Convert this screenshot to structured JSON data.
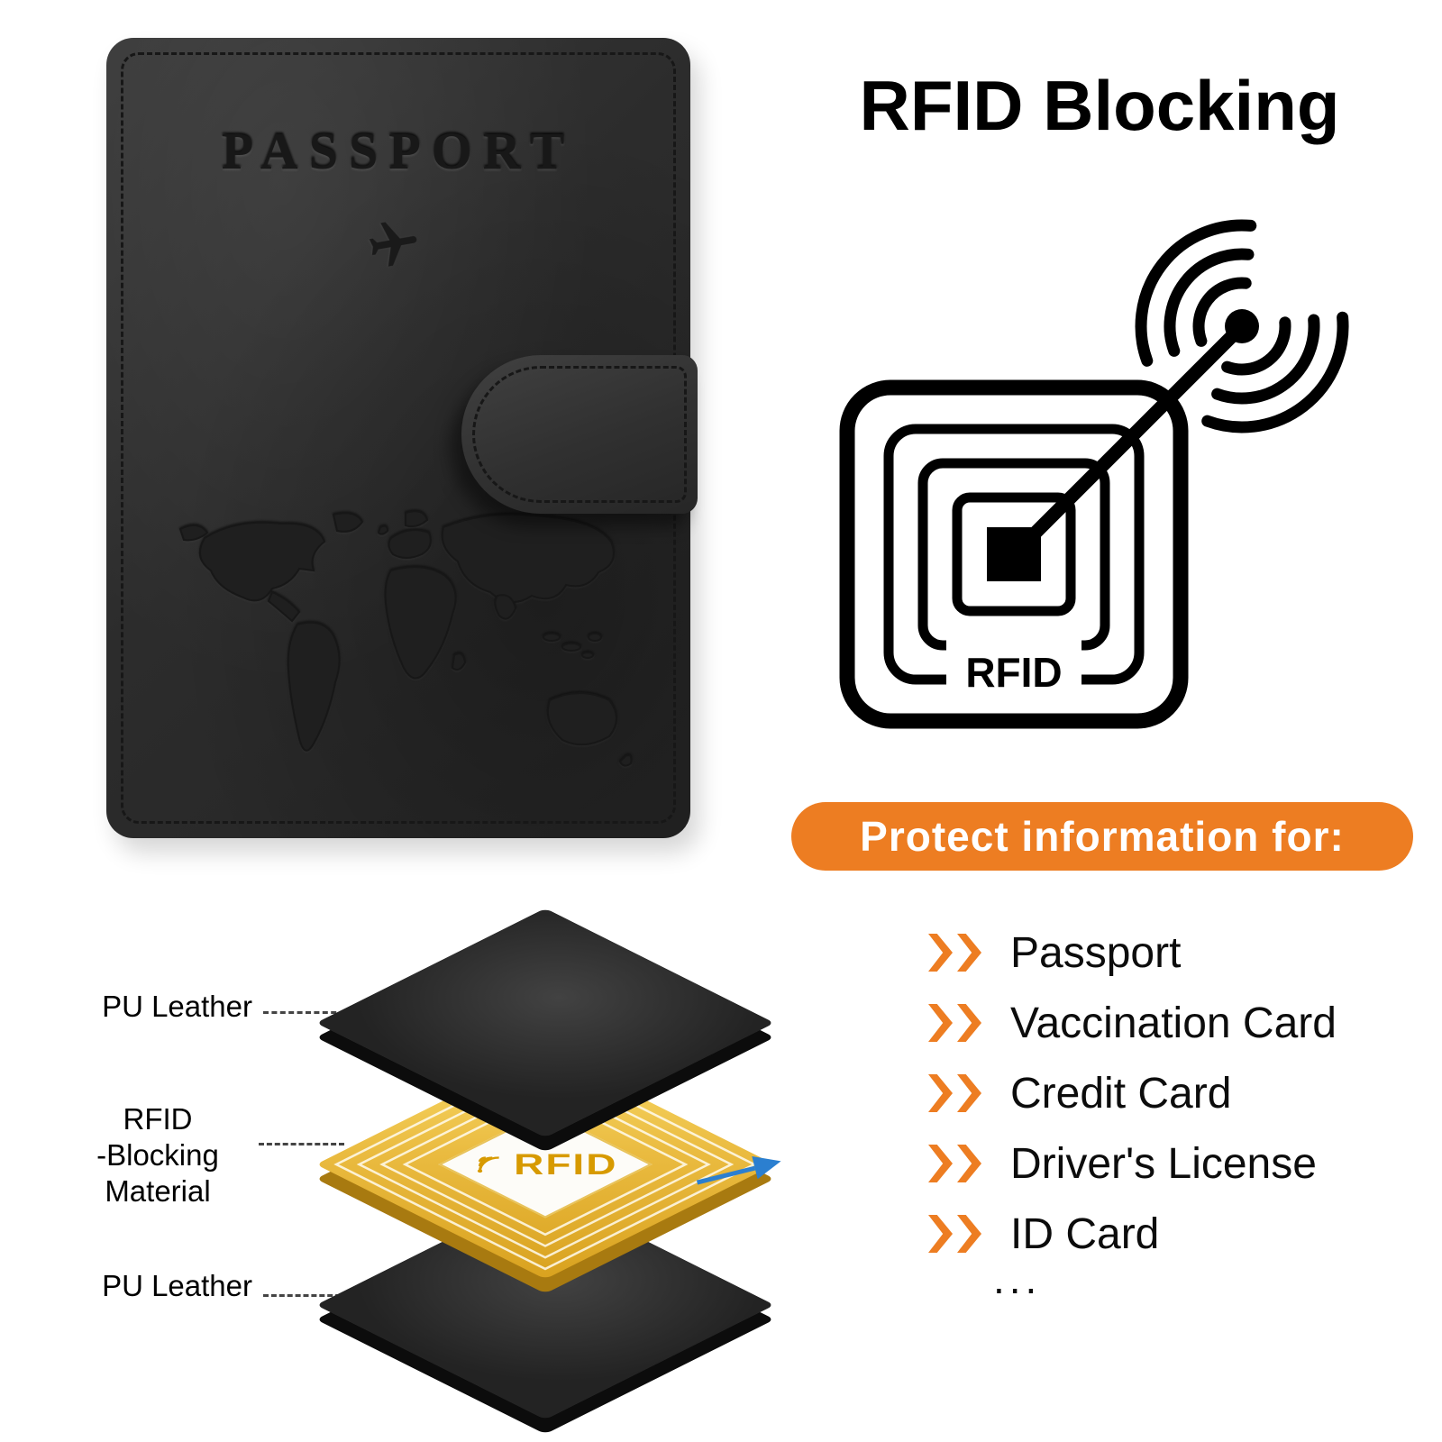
{
  "title": "RFID Blocking",
  "passport_cover": {
    "embossed_text": "PASSPORT"
  },
  "rfid_tag": {
    "label": "RFID"
  },
  "banner": {
    "text": "Protect information for:"
  },
  "layer_diagram": {
    "labels": {
      "top": "PU Leather",
      "middle_line1": "RFID",
      "middle_line2": "-Blocking Material",
      "bottom": "PU Leather"
    },
    "chip_text": "RFID"
  },
  "protected_items": {
    "items": [
      "Passport",
      "Vaccination Card",
      "Credit Card",
      "Driver's License",
      "ID Card"
    ],
    "more": "..."
  },
  "colors": {
    "accent_orange": "#ED7D22",
    "cover_black": "#2c2c2c",
    "chip_gold": "#EABB40",
    "arrow_blue": "#2B7FD0"
  }
}
